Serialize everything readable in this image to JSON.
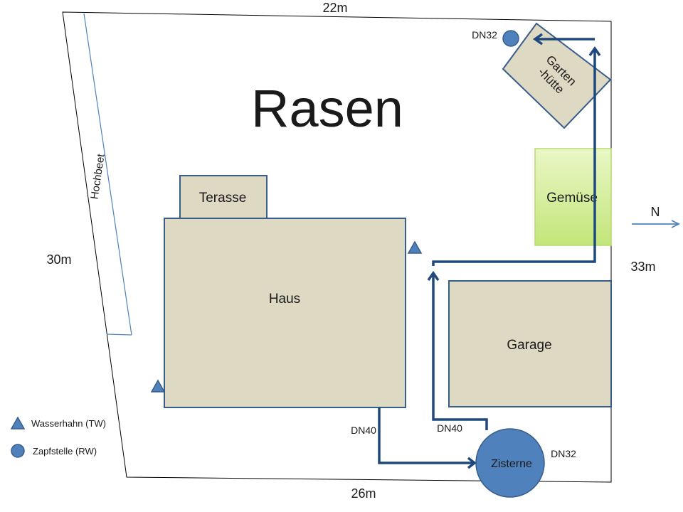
{
  "colors": {
    "building_fill": "#ddd9c3",
    "building_border": "#385d8a",
    "marker_blue": "#4f81bd",
    "pipe": "#1f497d",
    "lawn_text": "#00b050",
    "vegetable_fill": "url(#vegGradient)",
    "raised_bed_line": "#4f81bd",
    "compass_arrow": "#4f81bd"
  },
  "dimensions": {
    "top": "22m",
    "left": "30m",
    "right": "33m",
    "bottom": "26m"
  },
  "areas": {
    "lawn": "Rasen",
    "raised_bed": "Hochbeet",
    "terrace": "Terasse",
    "house": "Haus",
    "garage": "Garage",
    "vegetables": "Gemüse",
    "shed_line1": "Garten",
    "shed_line2": "-hütte",
    "cistern": "Zisterne"
  },
  "pipes": {
    "house_to_cistern": "DN40",
    "cistern_outlet": "DN40",
    "cistern_side": "DN32",
    "shed_tap": "DN32"
  },
  "compass": {
    "north": "N"
  },
  "legend": [
    {
      "icon": "triangle-icon",
      "label": "Wasserhahn (TW)"
    },
    {
      "icon": "circle-icon",
      "label": "Zapfstelle (RW)"
    }
  ]
}
